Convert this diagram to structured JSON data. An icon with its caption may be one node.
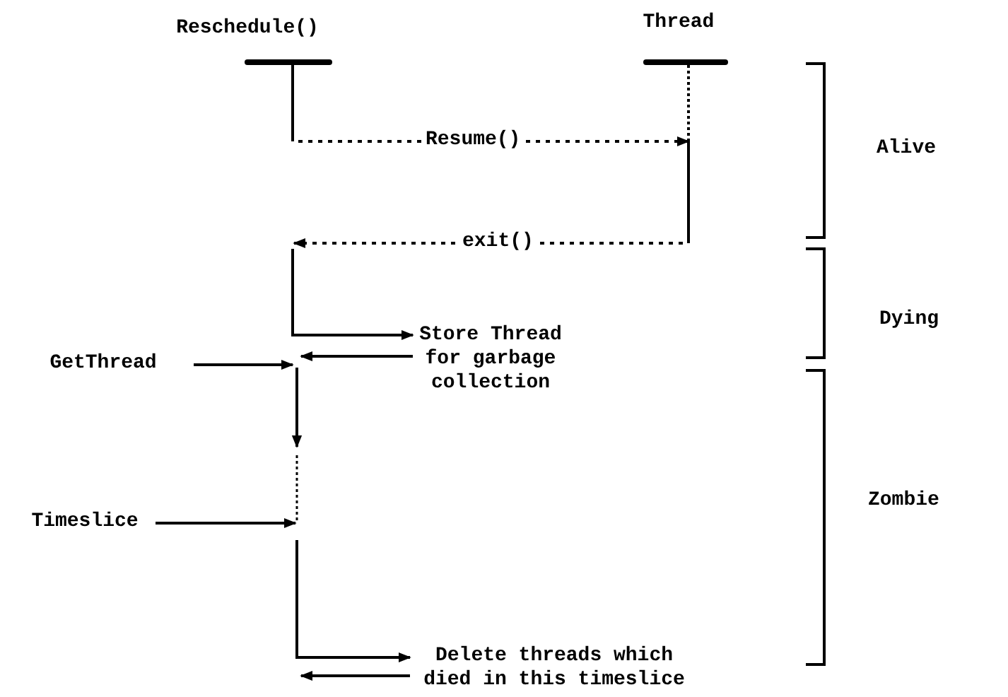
{
  "diagram": {
    "nodes": [
      {
        "text": [
          "Reschedule()"
        ]
      },
      {
        "text": [
          "Thread"
        ]
      },
      {
        "text": [
          "Store Thread for garbage collection"
        ]
      },
      {
        "text": [
          "GetThread"
        ]
      },
      {
        "text": [
          "Timeslice"
        ]
      },
      {
        "text": [
          "Delete threads which died in this timeslice"
        ]
      }
    ],
    "edges": [
      {
        "from": 0,
        "to": 1,
        "arrow": "to",
        "label": "Resume()",
        "style": "dashed"
      },
      {
        "from": 1,
        "to": null,
        "arrow": "to",
        "label": "exit()",
        "style": "dashed"
      },
      {
        "from": null,
        "to": 2,
        "arrow": "to"
      },
      {
        "from": 2,
        "to": null,
        "arrow": "to"
      },
      {
        "from": 3,
        "to": null,
        "arrow": "to"
      },
      {
        "from": 4,
        "to": null,
        "arrow": "to"
      },
      {
        "from": null,
        "to": 5,
        "arrow": "to"
      },
      {
        "from": 5,
        "to": null,
        "arrow": "to"
      }
    ],
    "labels": [
      "Alive",
      "Dying",
      "Zombie"
    ]
  }
}
